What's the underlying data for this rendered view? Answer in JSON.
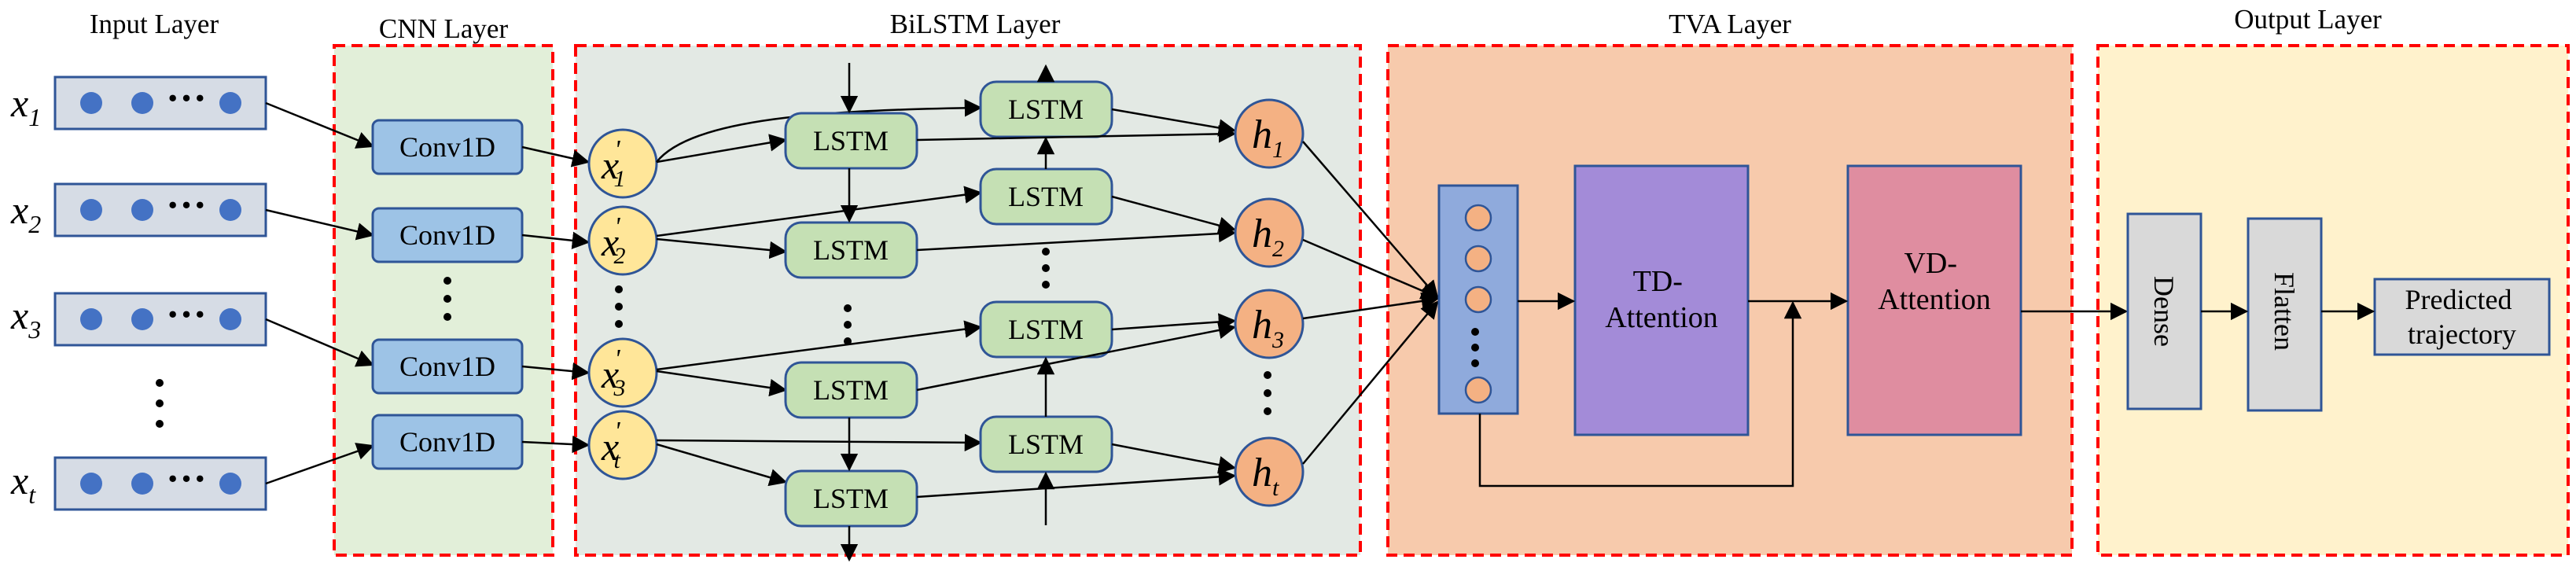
{
  "layers": {
    "input": "Input Layer",
    "cnn": "CNN Layer",
    "bilstm": "BiLSTM Layer",
    "tva": "TVA Layer",
    "output": "Output Layer"
  },
  "inputs": [
    {
      "label": "x",
      "sub": "1"
    },
    {
      "label": "x",
      "sub": "2"
    },
    {
      "label": "x",
      "sub": "3"
    },
    {
      "label": "x",
      "sub": "t"
    }
  ],
  "conv": [
    "Conv1D",
    "Conv1D",
    "Conv1D",
    "Conv1D"
  ],
  "xprime": [
    {
      "label": "x",
      "sup": "'",
      "sub": "1"
    },
    {
      "label": "x",
      "sup": "'",
      "sub": "2"
    },
    {
      "label": "x",
      "sup": "'",
      "sub": "3"
    },
    {
      "label": "x",
      "sup": "'",
      "sub": "t"
    }
  ],
  "lstm_label": "LSTM",
  "hidden": [
    {
      "label": "h",
      "sub": "1"
    },
    {
      "label": "h",
      "sub": "2"
    },
    {
      "label": "h",
      "sub": "3"
    },
    {
      "label": "h",
      "sub": "t"
    }
  ],
  "td_attention": [
    "TD-",
    "Attention"
  ],
  "vd_attention": [
    "VD-",
    "Attention"
  ],
  "dense": "Dense",
  "flatten": "Flatten",
  "predicted": [
    "Predicted",
    "trajectory"
  ],
  "colors": {
    "cnn_bg": "#e2efd9",
    "bilstm_bg": "#e3e9e4",
    "tva_bg": "#f7caac",
    "output_bg": "#fff2cc",
    "dashed": "#ff0000",
    "input_box": "#d6dce5",
    "dot": "#4472c4",
    "conv": "#9dc3e6",
    "xprime": "#ffe699",
    "lstm": "#c5e0b4",
    "hidden": "#f4b183",
    "vector": "#8faadc",
    "td": "#a38bd8",
    "vd": "#df8da0",
    "gray_box": "#d9d9d9"
  }
}
